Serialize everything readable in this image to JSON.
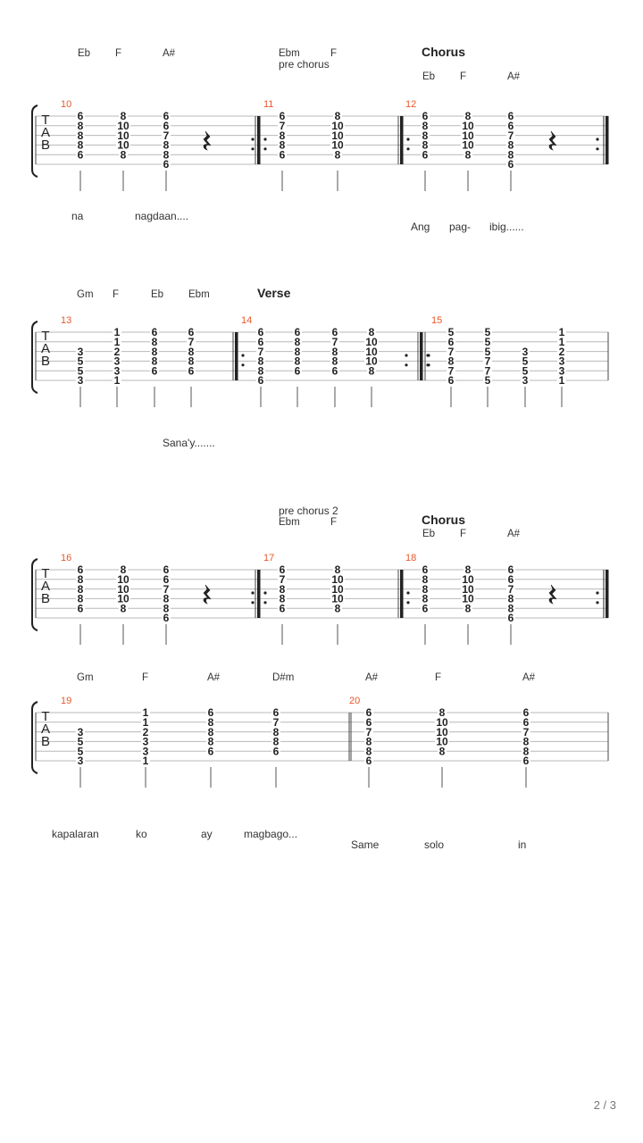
{
  "page_number": "2 / 3",
  "tab_letters": [
    "T",
    "A",
    "B"
  ],
  "systems": [
    {
      "labels": [
        {
          "text": "Eb",
          "kind": "chord"
        },
        {
          "text": "F",
          "kind": "chord"
        },
        {
          "text": "A#",
          "kind": "chord"
        },
        {
          "text": "Ebm",
          "kind": "chord"
        },
        {
          "text": "F",
          "kind": "chord"
        },
        {
          "text": "pre chorus",
          "kind": "label"
        },
        {
          "text": "Chorus",
          "kind": "section"
        },
        {
          "text": "Eb",
          "kind": "chord"
        },
        {
          "text": "F",
          "kind": "chord"
        },
        {
          "text": "A#",
          "kind": "chord"
        }
      ],
      "measures": [
        {
          "number": "10",
          "beats": [
            [
              "6",
              "8",
              "8",
              "8",
              "6",
              ""
            ],
            [
              "8",
              "10",
              "10",
              "10",
              "8",
              ""
            ],
            [
              "6",
              "6",
              "7",
              "8",
              "8",
              "6"
            ]
          ],
          "rest": true
        },
        {
          "number": "11",
          "beats": [
            [
              "6",
              "7",
              "8",
              "8",
              "6",
              ""
            ],
            [
              "8",
              "10",
              "10",
              "10",
              "8",
              ""
            ]
          ],
          "rest": false
        },
        {
          "number": "12",
          "beats": [
            [
              "6",
              "8",
              "8",
              "8",
              "6",
              ""
            ],
            [
              "8",
              "10",
              "10",
              "10",
              "8",
              ""
            ],
            [
              "6",
              "6",
              "7",
              "8",
              "8",
              "6"
            ]
          ],
          "rest": true
        }
      ],
      "lyrics": [
        "na",
        "nagdaan....",
        "Ang",
        "pag-",
        "ibig......"
      ]
    },
    {
      "labels": [
        {
          "text": "Gm",
          "kind": "chord"
        },
        {
          "text": "F",
          "kind": "chord"
        },
        {
          "text": "Eb",
          "kind": "chord"
        },
        {
          "text": "Ebm",
          "kind": "chord"
        },
        {
          "text": "Verse",
          "kind": "section"
        }
      ],
      "measures": [
        {
          "number": "13",
          "beats": [
            [
              "",
              "",
              "3",
              "5",
              "5",
              "3"
            ],
            [
              "1",
              "1",
              "2",
              "3",
              "3",
              "1"
            ],
            [
              "6",
              "8",
              "8",
              "8",
              "6",
              ""
            ],
            [
              "6",
              "7",
              "8",
              "8",
              "6",
              ""
            ]
          ],
          "rest": false
        },
        {
          "number": "14",
          "beats": [
            [
              "6",
              "6",
              "7",
              "8",
              "8",
              "6"
            ],
            [
              "6",
              "8",
              "8",
              "8",
              "6",
              ""
            ],
            [
              "6",
              "7",
              "8",
              "8",
              "6",
              ""
            ],
            [
              "8",
              "10",
              "10",
              "10",
              "8",
              ""
            ]
          ],
          "rest": false
        },
        {
          "number": "15",
          "beats": [
            [
              "5",
              "6",
              "7",
              "8",
              "7",
              "6"
            ],
            [
              "5",
              "5",
              "5",
              "7",
              "7",
              "5"
            ],
            [
              "",
              "",
              "3",
              "5",
              "5",
              "3"
            ],
            [
              "1",
              "1",
              "2",
              "3",
              "3",
              "1"
            ]
          ],
          "rest": false
        }
      ],
      "lyrics": [
        "Sana'y......."
      ]
    },
    {
      "labels": [
        {
          "text": "pre chorus 2",
          "kind": "label"
        },
        {
          "text": "Ebm",
          "kind": "chord"
        },
        {
          "text": "F",
          "kind": "chord"
        },
        {
          "text": "Chorus",
          "kind": "section"
        },
        {
          "text": "Eb",
          "kind": "chord"
        },
        {
          "text": "F",
          "kind": "chord"
        },
        {
          "text": "A#",
          "kind": "chord"
        }
      ],
      "measures": [
        {
          "number": "16",
          "beats": [
            [
              "6",
              "8",
              "8",
              "8",
              "6",
              ""
            ],
            [
              "8",
              "10",
              "10",
              "10",
              "8",
              ""
            ],
            [
              "6",
              "6",
              "7",
              "8",
              "8",
              "6"
            ]
          ],
          "rest": true
        },
        {
          "number": "17",
          "beats": [
            [
              "6",
              "7",
              "8",
              "8",
              "6",
              ""
            ],
            [
              "8",
              "10",
              "10",
              "10",
              "8",
              ""
            ]
          ],
          "rest": false
        },
        {
          "number": "18",
          "beats": [
            [
              "6",
              "8",
              "8",
              "8",
              "6",
              ""
            ],
            [
              "8",
              "10",
              "10",
              "10",
              "8",
              ""
            ],
            [
              "6",
              "6",
              "7",
              "8",
              "8",
              "6"
            ]
          ],
          "rest": true
        }
      ],
      "lyrics": []
    },
    {
      "labels": [
        {
          "text": "Gm",
          "kind": "chord"
        },
        {
          "text": "F",
          "kind": "chord"
        },
        {
          "text": "A#",
          "kind": "chord"
        },
        {
          "text": "D#m",
          "kind": "chord"
        },
        {
          "text": "A#",
          "kind": "chord"
        },
        {
          "text": "F",
          "kind": "chord"
        },
        {
          "text": "A#",
          "kind": "chord"
        }
      ],
      "measures": [
        {
          "number": "19",
          "beats": [
            [
              "",
              "",
              "3",
              "5",
              "5",
              "3"
            ],
            [
              "1",
              "1",
              "2",
              "3",
              "3",
              "1"
            ],
            [
              "6",
              "8",
              "8",
              "8",
              "6",
              ""
            ],
            [
              "6",
              "7",
              "8",
              "8",
              "6",
              ""
            ]
          ],
          "rest": false
        },
        {
          "number": "20",
          "beats": [
            [
              "6",
              "6",
              "7",
              "8",
              "8",
              "6"
            ],
            [
              "8",
              "10",
              "10",
              "10",
              "8",
              ""
            ],
            [
              "6",
              "6",
              "7",
              "8",
              "8",
              "6"
            ]
          ],
          "rest": false
        }
      ],
      "lyrics": [
        "kapalaran",
        "ko",
        "ay",
        "magbago...",
        "Same",
        "solo",
        "in"
      ]
    }
  ]
}
